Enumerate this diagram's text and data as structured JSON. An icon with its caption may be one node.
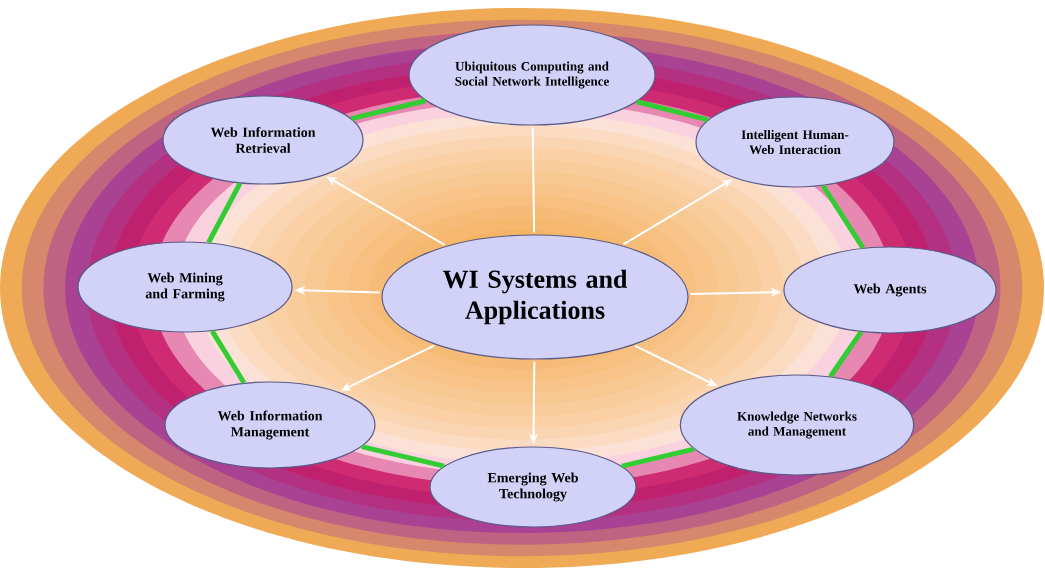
{
  "diagram": {
    "nodes": [
      {
        "text": [
          "WI Systems and Applications"
        ]
      },
      {
        "text": [
          "Ubiquitous Computing and Social Network Intelligence"
        ]
      },
      {
        "text": [
          "Web Information Retrieval"
        ]
      },
      {
        "text": [
          "Intelligent Human-Web Interaction"
        ]
      },
      {
        "text": [
          "Web Mining and Farming"
        ]
      },
      {
        "text": [
          "Web Agents"
        ]
      },
      {
        "text": [
          "Web Information Management"
        ]
      },
      {
        "text": [
          "Knowledge Networks and Management"
        ]
      },
      {
        "text": [
          "Emerging Web Technology"
        ]
      }
    ],
    "edges": [
      {
        "from": 0,
        "to": 1,
        "arrow": "none",
        "color": "#ffffff"
      },
      {
        "from": 0,
        "to": 3,
        "arrow": "to",
        "color": "#ffffff"
      },
      {
        "from": 0,
        "to": 5,
        "arrow": "to",
        "color": "#ffffff"
      },
      {
        "from": 0,
        "to": 7,
        "arrow": "to",
        "color": "#ffffff"
      },
      {
        "from": 0,
        "to": 8,
        "arrow": "to",
        "color": "#ffffff"
      },
      {
        "from": 0,
        "to": 6,
        "arrow": "to",
        "color": "#ffffff"
      },
      {
        "from": 0,
        "to": 4,
        "arrow": "to",
        "color": "#ffffff"
      },
      {
        "from": 0,
        "to": 2,
        "arrow": "to",
        "color": "#ffffff"
      },
      {
        "from": 1,
        "to": 3,
        "arrow": "none",
        "style": "thick",
        "color": "#33cc33"
      },
      {
        "from": 3,
        "to": 5,
        "arrow": "none",
        "style": "thick",
        "color": "#33cc33"
      },
      {
        "from": 5,
        "to": 7,
        "arrow": "none",
        "style": "thick",
        "color": "#33cc33"
      },
      {
        "from": 7,
        "to": 8,
        "arrow": "none",
        "style": "thick",
        "color": "#33cc33"
      },
      {
        "from": 8,
        "to": 6,
        "arrow": "none",
        "style": "thick",
        "color": "#33cc33"
      },
      {
        "from": 6,
        "to": 4,
        "arrow": "none",
        "style": "thick",
        "color": "#33cc33"
      },
      {
        "from": 4,
        "to": 2,
        "arrow": "none",
        "style": "thick",
        "color": "#33cc33"
      },
      {
        "from": 2,
        "to": 1,
        "arrow": "none",
        "style": "thick",
        "color": "#33cc33"
      }
    ]
  }
}
